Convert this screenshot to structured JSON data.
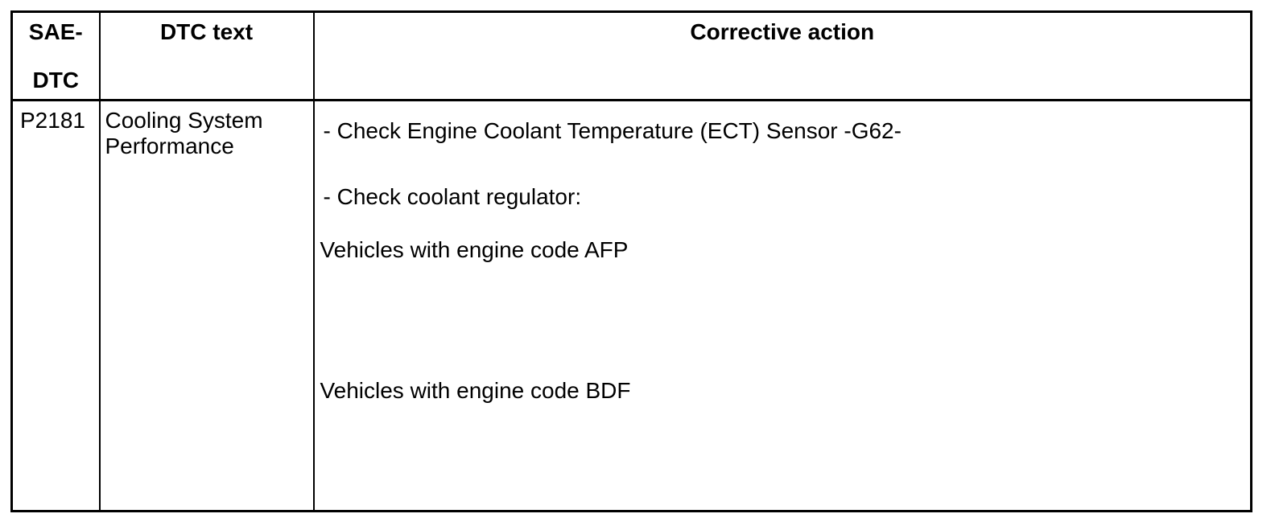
{
  "page": {
    "background_color": "#ffffff",
    "text_color": "#000000",
    "border_color": "#000000"
  },
  "table": {
    "header": {
      "sae_dtc_line1": "SAE-",
      "sae_dtc_line2": "DTC",
      "dtc_text": "DTC text",
      "corrective_action": "Corrective action"
    },
    "rows": [
      {
        "code": "P2181",
        "dtc_text": "Cooling System Performance",
        "actions": [
          "- Check Engine Coolant Temperature (ECT) Sensor -G62-",
          "- Check coolant regulator:",
          "Vehicles with engine code AFP",
          "Vehicles with engine code BDF"
        ]
      }
    ]
  }
}
